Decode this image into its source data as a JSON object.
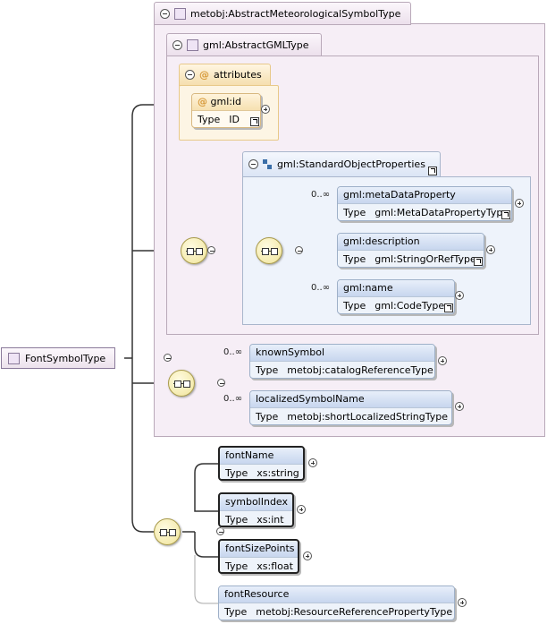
{
  "root": {
    "name": "FontSymbolType"
  },
  "base_type": {
    "name": "metobj:AbstractMeteorologicalSymbolType"
  },
  "gml_type": {
    "name": "gml:AbstractGMLType"
  },
  "attributes": {
    "label": "attributes",
    "id": {
      "name": "gml:id",
      "type_label": "Type",
      "type": "ID"
    }
  },
  "standard_props": {
    "name": "gml:StandardObjectProperties",
    "items": [
      {
        "name": "gml:metaDataProperty",
        "type_label": "Type",
        "type": "gml:MetaDataPropertyType",
        "occurs": "0..∞"
      },
      {
        "name": "gml:description",
        "type_label": "Type",
        "type": "gml:StringOrRefType",
        "occurs": ""
      },
      {
        "name": "gml:name",
        "type_label": "Type",
        "type": "gml:CodeType",
        "occurs": "0..∞"
      }
    ]
  },
  "base_elements": [
    {
      "name": "knownSymbol",
      "type_label": "Type",
      "type": "metobj:catalogReferenceType",
      "occurs": "0..∞"
    },
    {
      "name": "localizedSymbolName",
      "type_label": "Type",
      "type": "metobj:shortLocalizedStringType",
      "occurs": "0..∞"
    }
  ],
  "own_elements": [
    {
      "name": "fontName",
      "type_label": "Type",
      "type": "xs:string"
    },
    {
      "name": "symbolIndex",
      "type_label": "Type",
      "type": "xs:int"
    },
    {
      "name": "fontSizePoints",
      "type_label": "Type",
      "type": "xs:float"
    },
    {
      "name": "fontResource",
      "type_label": "Type",
      "type": "metobj:ResourceReferencePropertyType"
    }
  ]
}
